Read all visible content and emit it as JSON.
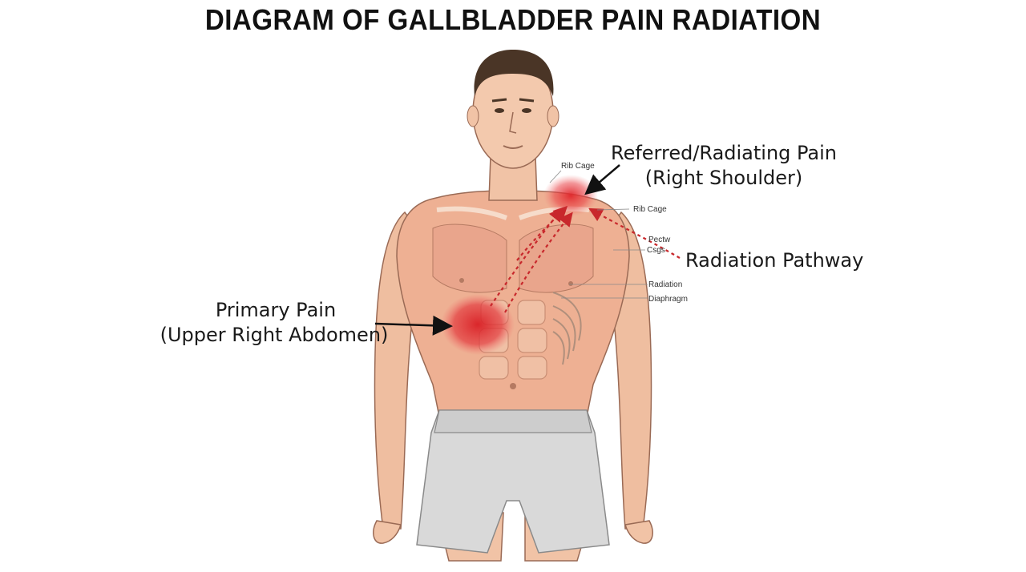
{
  "title": "DIAGRAM OF GALLBLADDER PAIN RADIATION",
  "labels": {
    "referred_line1": "Referred/Radiating Pain",
    "referred_line2": "(Right Shoulder)",
    "pathway": "Radiation Pathway",
    "primary_line1": "Primary Pain",
    "primary_line2": "(Upper Right Abdomen)"
  },
  "small_labels": {
    "rib_cage_top": "Rib Cage",
    "rib_cage_right": "Rib Cage",
    "pectw": "Pectw",
    "csgs": "Csgs",
    "radiation": "Radiation",
    "diaphragm": "Diaphragm"
  },
  "colors": {
    "skin": "#f1c3a6",
    "skin_shade": "#e3a488",
    "muscle": "#e9a58c",
    "hair": "#4a3526",
    "shorts": "#d9d9d9",
    "pain": "#e0262b",
    "pathway": "#c8282c",
    "arrow": "#111111"
  }
}
